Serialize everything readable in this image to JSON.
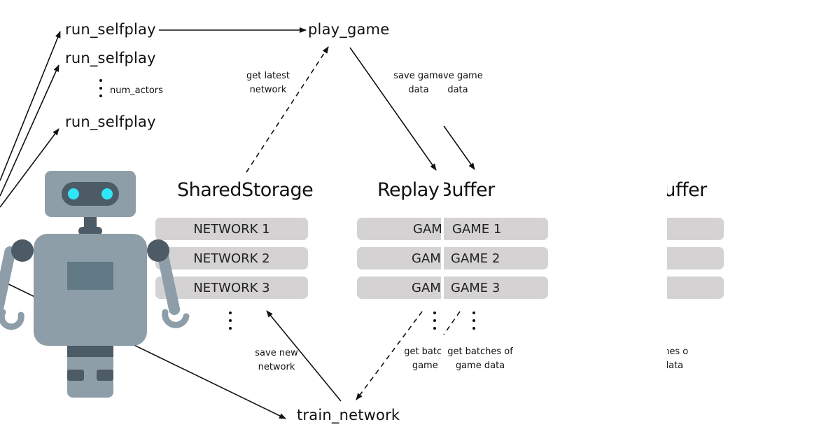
{
  "actors": {
    "nodes": [
      "run_selfplay",
      "run_selfplay",
      "run_selfplay"
    ],
    "count_label": "num_actors"
  },
  "play_game": "play_game",
  "train_network": "train_network",
  "edges": {
    "get_latest": "get latest\nnetwork",
    "save_game": "save game\ndata",
    "save_new": "save new\nnetwork",
    "get_batches": "get batches of\ngame data"
  },
  "shared_storage": {
    "title": "SharedStorage",
    "items": [
      "NETWORK 1",
      "NETWORK 2",
      "NETWORK 3"
    ]
  },
  "replay_buffer": {
    "title": "ReplayBuffer",
    "items": [
      "GAME 1",
      "GAME 2",
      "GAME 3"
    ]
  },
  "colors": {
    "pill": "#d4d2d3",
    "robot_body": "#8e9ea8",
    "robot_dark": "#4c5b66",
    "robot_panel": "#617985",
    "robot_eye": "#2ee6f5"
  },
  "icons": [
    "robot-icon"
  ]
}
